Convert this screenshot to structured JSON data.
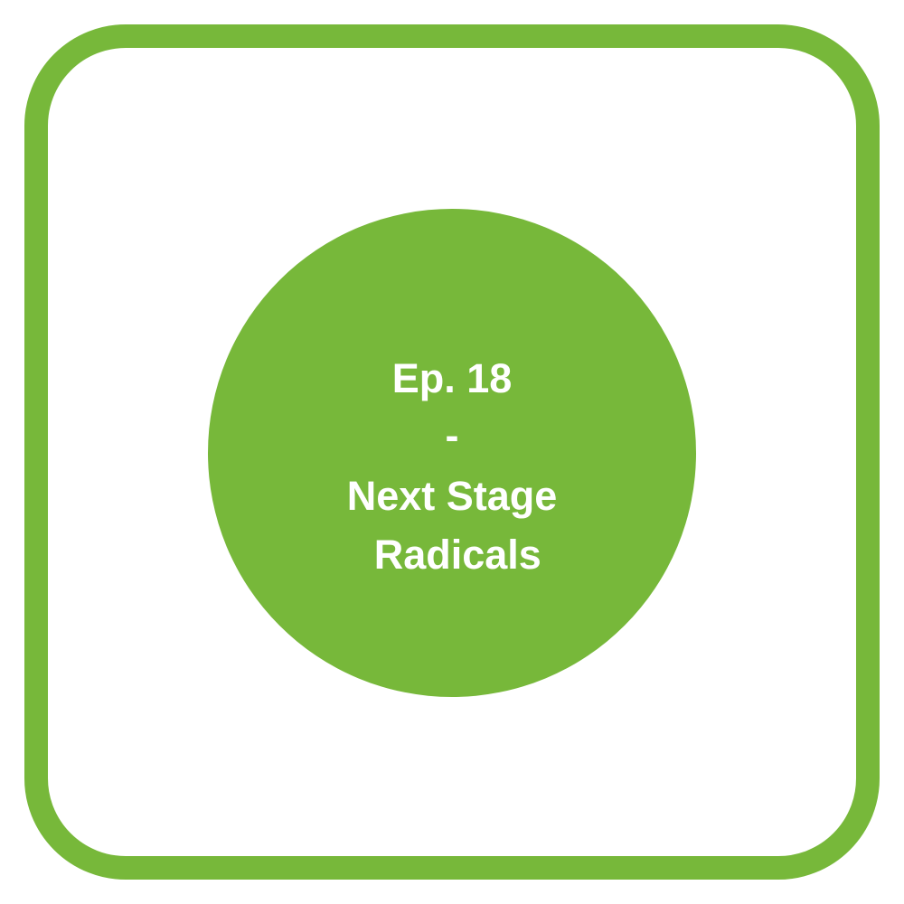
{
  "colors": {
    "accent_green": "#77b83a",
    "background": "#ffffff",
    "text": "#ffffff"
  },
  "badge": {
    "lines": [
      "Ep. 18",
      "-",
      "Next Stage",
      " Radicals"
    ]
  }
}
